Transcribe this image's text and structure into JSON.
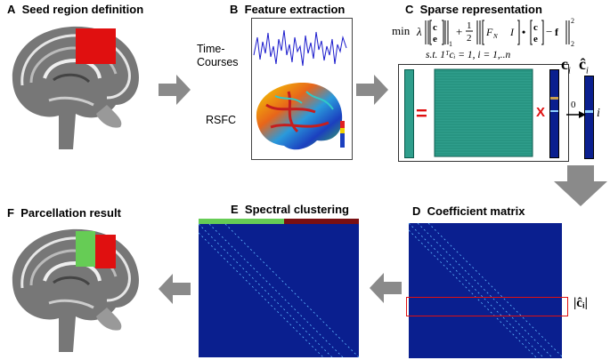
{
  "panels": {
    "A": {
      "letter": "A",
      "title": "Seed region definition"
    },
    "B": {
      "letter": "B",
      "title": "Feature extraction",
      "timecourses_label_1": "Time-",
      "timecourses_label_2": "Courses",
      "rsfc_label": "RSFC"
    },
    "C": {
      "letter": "C",
      "title": "Sparse representation",
      "min_label": "min",
      "st_line": "s.t.   1ᵀcᵢ = 1,    i = 1,..n",
      "equals": "=",
      "times": "X",
      "zero": "0",
      "c_i": "c",
      "c_i_sub": "i",
      "c_hat": "ĉ",
      "c_hat_sub": "i",
      "i_label": "i"
    },
    "D": {
      "letter": "D",
      "title": "Coefficient matrix",
      "abs_label": "|ĉᵢ|"
    },
    "E": {
      "letter": "E",
      "title": "Spectral clustering"
    },
    "F": {
      "letter": "F",
      "title": "Parcellation result"
    }
  },
  "colors": {
    "matrix_blue": "#0a1f8f",
    "feature_teal": "#2f9e8c",
    "seed_red": "#e01010",
    "cluster_green": "#66cc55",
    "cluster_darkred": "#7a0f12",
    "arrow_gray": "#8a8a8a"
  },
  "icons": [
    "brain-sagittal-image",
    "brain-surface-image",
    "gray-arrow-icon"
  ]
}
